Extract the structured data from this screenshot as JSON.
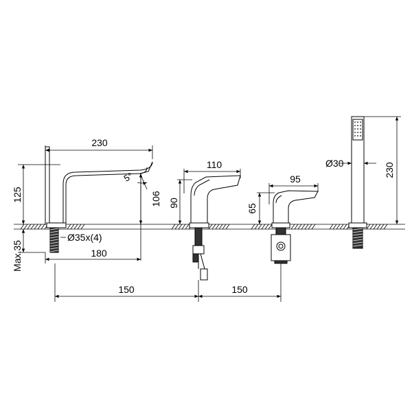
{
  "dimensions": {
    "spout_reach": "230",
    "spout_height": "125",
    "spout_angle": "5°",
    "spout_outlet_height": "106",
    "hole_diameter": "Ø35x(4)",
    "spout_depth": "180",
    "max_deck_thickness": "Max.35",
    "handle1_reach": "110",
    "handle1_height": "90",
    "handle2_reach": "95",
    "handle2_height": "65",
    "handshower_diameter": "Ø30",
    "handshower_height": "230",
    "spacing_left": "150",
    "spacing_right": "150"
  },
  "colors": {
    "line": "#000000",
    "background": "#ffffff",
    "deck_hatch": "#000000"
  }
}
